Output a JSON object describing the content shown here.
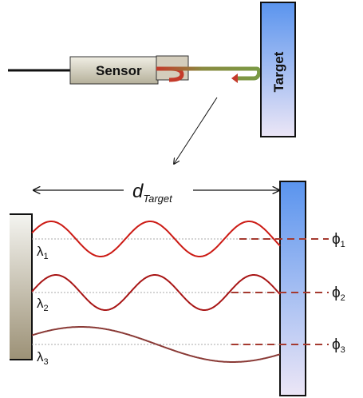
{
  "top": {
    "sensor_label": "Sensor",
    "target_label": "Target"
  },
  "bottom": {
    "distance_label": {
      "main": "d",
      "sub": "Target"
    },
    "lambdas": [
      {
        "main": "λ",
        "sub": "1"
      },
      {
        "main": "λ",
        "sub": "2"
      },
      {
        "main": "λ",
        "sub": "3"
      }
    ],
    "phases": [
      {
        "main": "ϕ",
        "sub": "1"
      },
      {
        "main": "ϕ",
        "sub": "2"
      },
      {
        "main": "ϕ",
        "sub": "3"
      }
    ]
  },
  "colors": {
    "cable": "#111111",
    "sensor_body_light": "#f0eee4",
    "sensor_body_dark": "#b5b09a",
    "beam_red": "#c43a2a",
    "beam_green": "#7a9a44",
    "target_top": "#5a94ee",
    "target_bottom": "#ece6f6",
    "target_outline": "#111111",
    "reference_light": "#f4f4f0",
    "reference_dark": "#9c9176",
    "wave_1": "#cc1a14",
    "wave_2": "#a81616",
    "wave_3": "#8a3a36",
    "phase_line": "#a53a30",
    "baseline": "#aaaaaa"
  }
}
